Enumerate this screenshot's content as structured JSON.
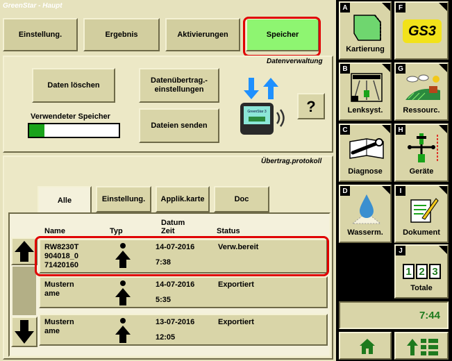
{
  "window_title": "GreenStar - Haupt",
  "tabs": [
    {
      "label": "Einstellung.",
      "active": false
    },
    {
      "label": "Ergebnis",
      "active": false
    },
    {
      "label": "Aktivierungen",
      "active": false
    },
    {
      "label": "Speicher",
      "active": true
    }
  ],
  "data_management": {
    "section_label": "Datenverwaltung",
    "delete_button": "Daten löschen",
    "transfer_settings_button": "Datenübertrag.-\neinstellungen",
    "send_files_button": "Dateien senden",
    "help_button": "?",
    "memory_label": "Verwendeter Speicher",
    "memory_used_fraction": 0.17
  },
  "transfer_log": {
    "section_label": "Übertrag.protokoll",
    "subtabs": [
      {
        "label": "Alle",
        "active": true
      },
      {
        "label": "Einstellung.",
        "active": false
      },
      {
        "label": "Applik.karte",
        "active": false
      },
      {
        "label": "Doc",
        "active": false
      }
    ],
    "columns": {
      "name": "Name",
      "type": "Typ",
      "date_top": "Datum",
      "date_bottom": "Zeit",
      "status": "Status"
    },
    "rows": [
      {
        "name_lines": [
          "RW8230T",
          "904018_0",
          "71420160"
        ],
        "date": "14-07-2016",
        "time": "7:38",
        "status": "Verw.bereit",
        "highlighted": true
      },
      {
        "name_lines": [
          "Mustern",
          "ame"
        ],
        "date": "14-07-2016",
        "time": "5:35",
        "status": "Exportiert",
        "highlighted": false
      },
      {
        "name_lines": [
          "Mustern",
          "ame"
        ],
        "date": "13-07-2016",
        "time": "12:05",
        "status": "Exportiert",
        "highlighted": false
      }
    ]
  },
  "sidebar": {
    "items": [
      {
        "letter": "A",
        "label": "Kartierung",
        "icon": "field-map-icon"
      },
      {
        "letter": "F",
        "label": "GS3",
        "icon": "gs3-logo"
      },
      {
        "letter": "B",
        "label": "Lenksyst.",
        "icon": "guidance-icon"
      },
      {
        "letter": "G",
        "label": "Ressourc.",
        "icon": "resources-icon"
      },
      {
        "letter": "C",
        "label": "Diagnose",
        "icon": "wrench-book-icon"
      },
      {
        "letter": "H",
        "label": "Geräte",
        "icon": "implement-icon"
      },
      {
        "letter": "D",
        "label": "Wasserm.",
        "icon": "water-drop-icon"
      },
      {
        "letter": "I",
        "label": "Dokument",
        "icon": "document-pen-icon"
      },
      {
        "letter": "J",
        "label": "Totale",
        "icon": "totals-icon",
        "digits": [
          "1",
          "2",
          "3"
        ]
      }
    ],
    "clock": "7:44",
    "home_icon": "home-icon",
    "menu_icon": "up-menu-icon"
  },
  "colors": {
    "accent_green": "#8ef571",
    "highlight_red": "#e00000",
    "panel": "#ece8c6",
    "clock_text": "#1e7a1e"
  }
}
